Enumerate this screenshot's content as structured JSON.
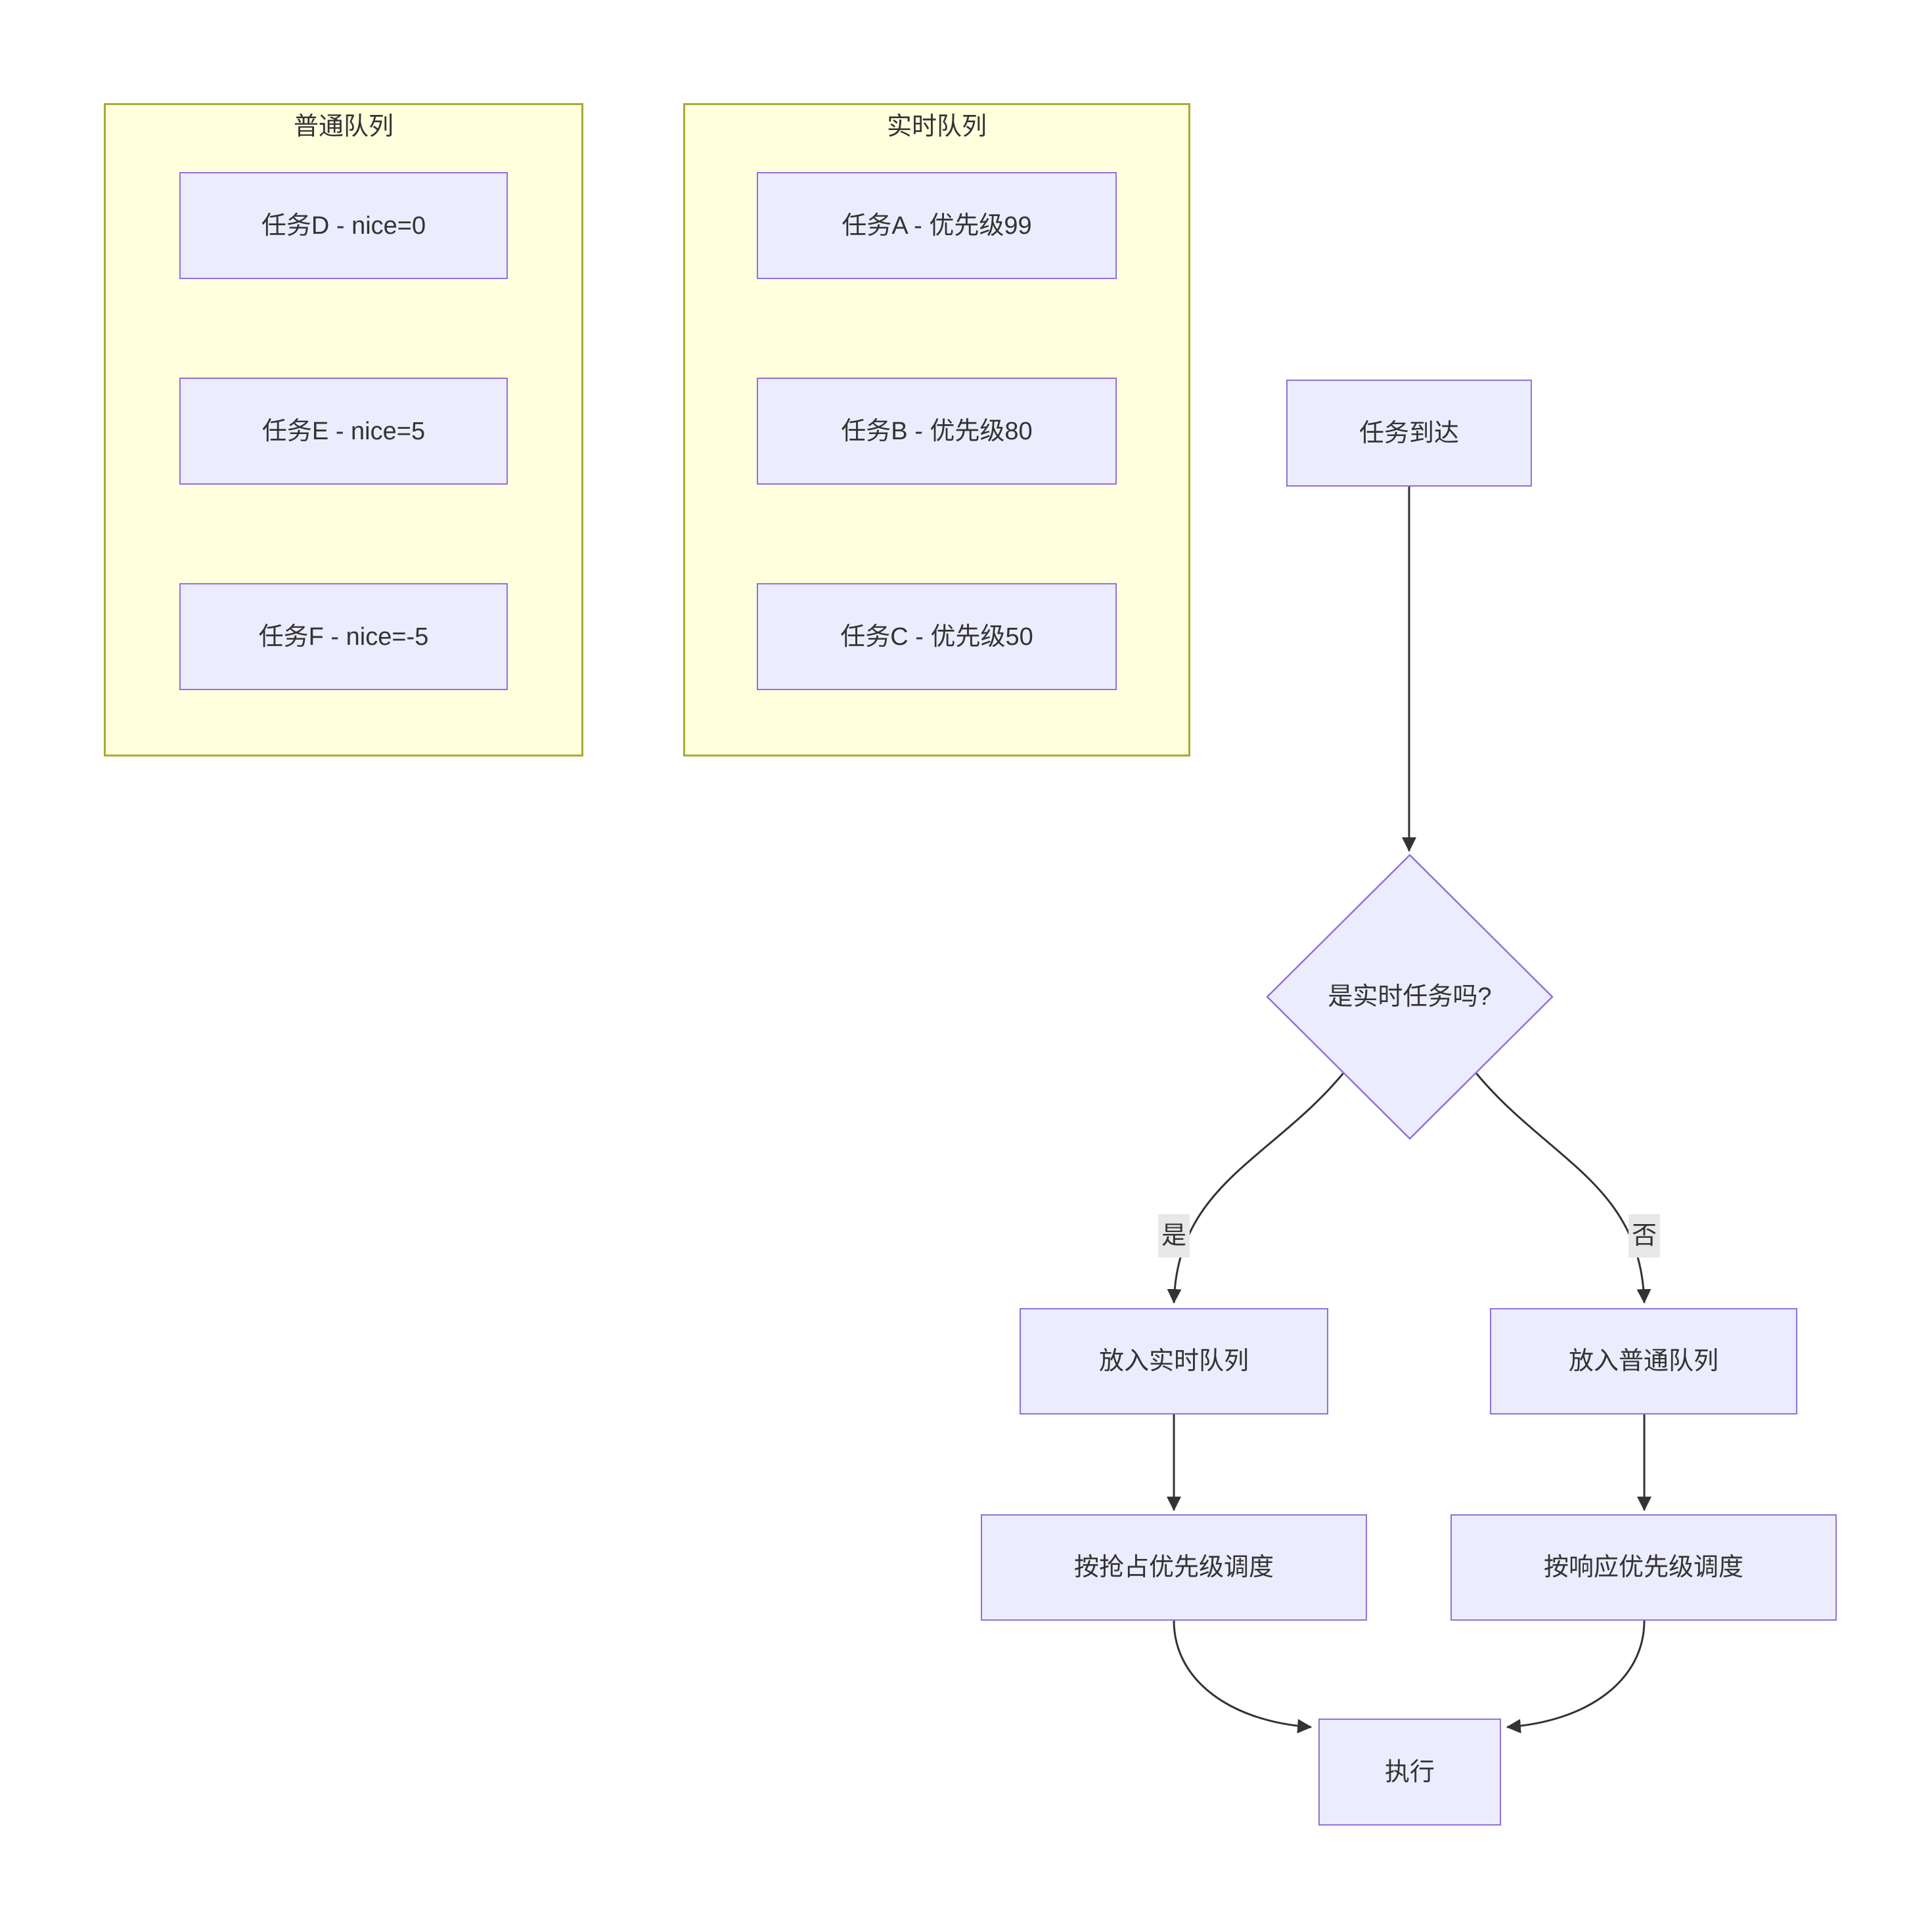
{
  "diagram": {
    "clusters": [
      {
        "title": "普通队列",
        "tasks": [
          "任务D - nice=0",
          "任务E - nice=5",
          "任务F - nice=-5"
        ]
      },
      {
        "title": "实时队列",
        "tasks": [
          "任务A - 优先级99",
          "任务B - 优先级80",
          "任务C - 优先级50"
        ]
      }
    ],
    "flow": {
      "start": "任务到达",
      "decision": "是实时任务吗?",
      "edge_labels": {
        "yes": "是",
        "no": "否"
      },
      "yes_branch": {
        "step1": "放入实时队列",
        "step2": "按抢占优先级调度"
      },
      "no_branch": {
        "step1": "放入普通队列",
        "step2": "按响应优先级调度"
      },
      "end": "执行"
    },
    "colors": {
      "node_fill": "#ECECFF",
      "node_border": "#9370DB",
      "cluster_fill": "#ffffde",
      "cluster_border": "#aaaa33",
      "edge": "#333333",
      "text": "#333333",
      "edge_label_bg": "#e8e8e8"
    }
  }
}
